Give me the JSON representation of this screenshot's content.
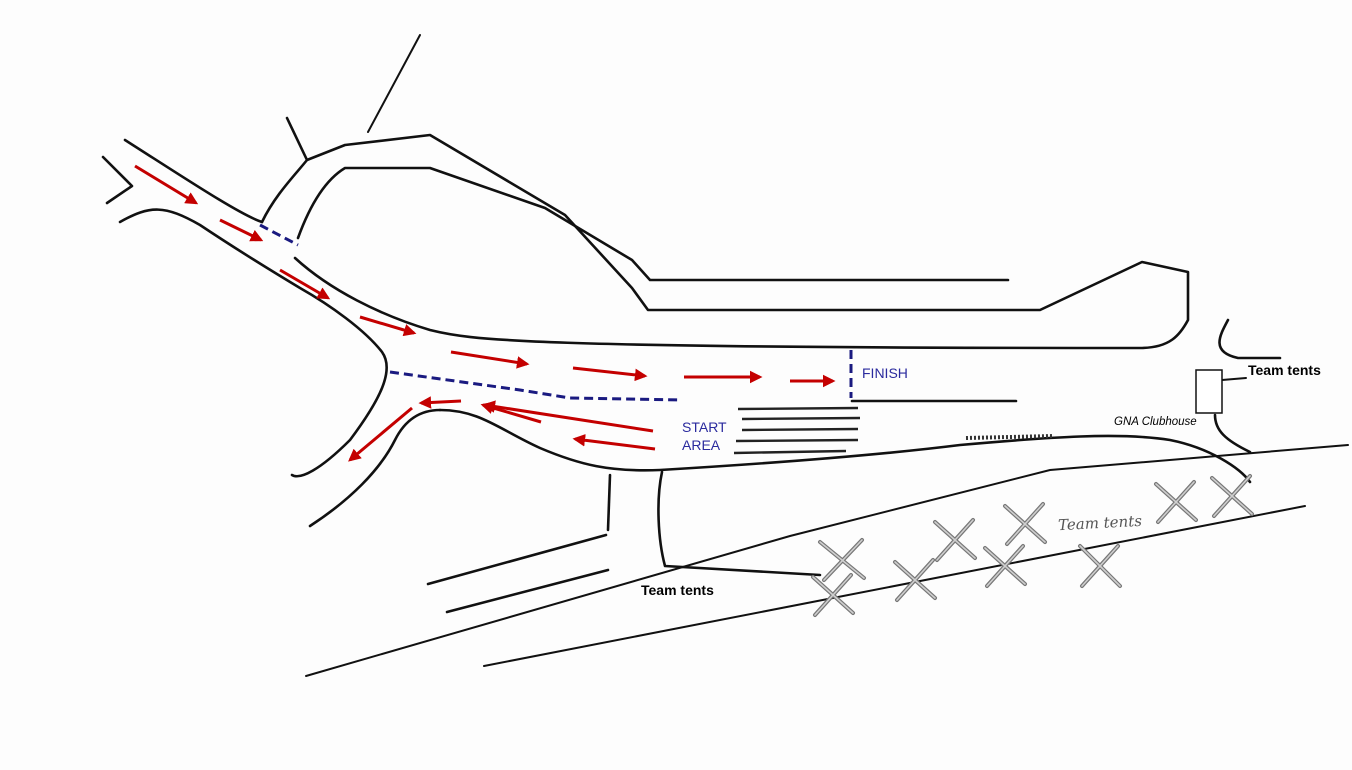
{
  "labels": {
    "finish": "FINISH",
    "start_area_line1": "START",
    "start_area_line2": "AREA",
    "team_tents_right": "Team tents",
    "gna_clubhouse": "GNA Clubhouse",
    "team_tents_field": "Team tents",
    "team_tents_bottom": "Team tents"
  },
  "legend_colors": {
    "race_direction_arrows": "#c40000",
    "start_finish_lines": "#1a1a80",
    "roads": "#111111",
    "tent_markers": "#777777"
  },
  "icons": {
    "direction": "arrow-icon",
    "tent": "tent-marker-icon",
    "building": "clubhouse-icon"
  }
}
